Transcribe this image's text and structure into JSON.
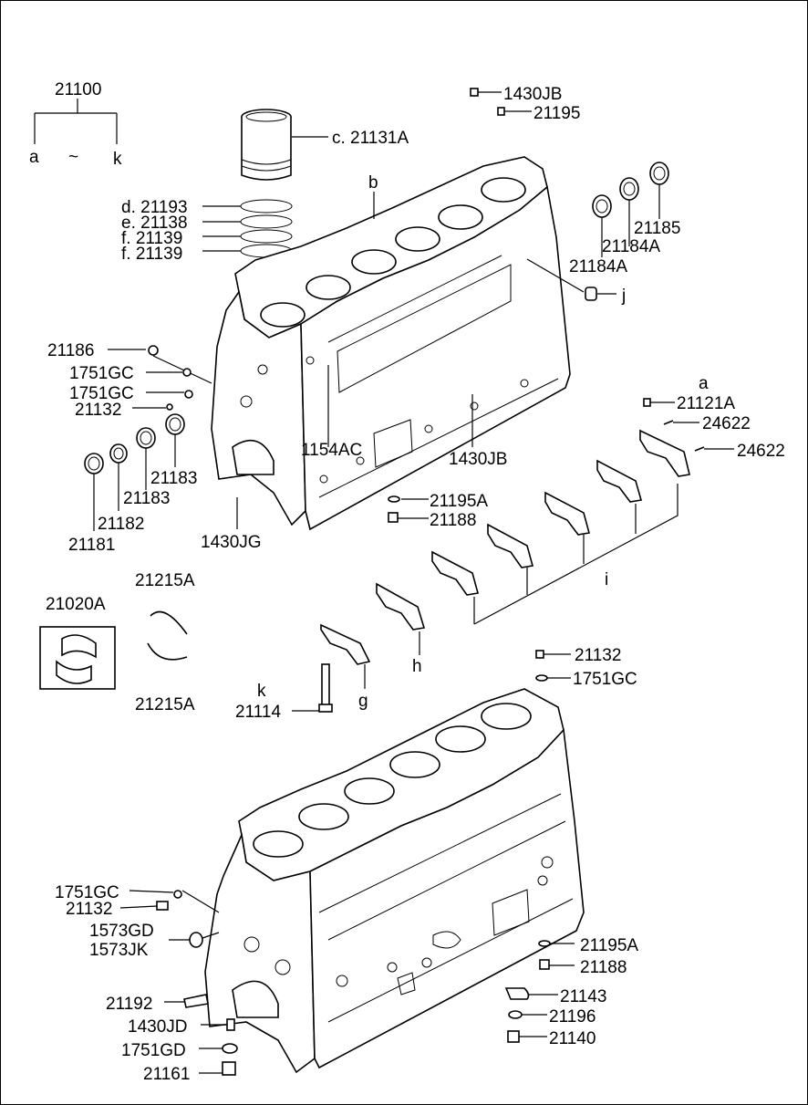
{
  "labels": {
    "assy": "21100",
    "a_top": "a",
    "tilde": "~",
    "k_top": "k",
    "p1430JB_top": "1430JB",
    "p21195_top": "21195",
    "c": "c. 21131A",
    "b": "b",
    "d": "d. 21193",
    "e": "e. 21138",
    "f1": "f. 21139",
    "f2": "f. 21139",
    "p21185": "21185",
    "p21184A_1": "21184A",
    "p21184A_2": "21184A",
    "j": "j",
    "p21186": "21186",
    "p1751GC_1": "1751GC",
    "p1751GC_2": "1751GC",
    "p21132_1": "21132",
    "p1154AC": "1154AC",
    "p1430JB_mid": "1430JB",
    "a_right": "a",
    "p21121A": "21121A",
    "p24622_1": "24622",
    "p24622_2": "24622",
    "p21183_1": "21183",
    "p21183_2": "21183",
    "p21182": "21182",
    "p21181": "21181",
    "p1430JG": "1430JG",
    "p21195A_1": "21195A",
    "p21188_1": "21188",
    "i": "i",
    "p21020A": "21020A",
    "p21215A_1": "21215A",
    "p21215A_2": "21215A",
    "h": "h",
    "g": "g",
    "k_bolt": "k",
    "p21114": "21114",
    "p21132_2": "21132",
    "p1751GC_3": "1751GC",
    "p1751GC_4": "1751GC",
    "p21132_3": "21132",
    "p1573GD": "1573GD",
    "p1573JK": "1573JK",
    "p21195A_2": "21195A",
    "p21188_2": "21188",
    "p21143": "21143",
    "p21192": "21192",
    "p21196": "21196",
    "p1430JD": "1430JD",
    "p21140": "21140",
    "p1751GD": "1751GD",
    "p21161": "21161"
  }
}
